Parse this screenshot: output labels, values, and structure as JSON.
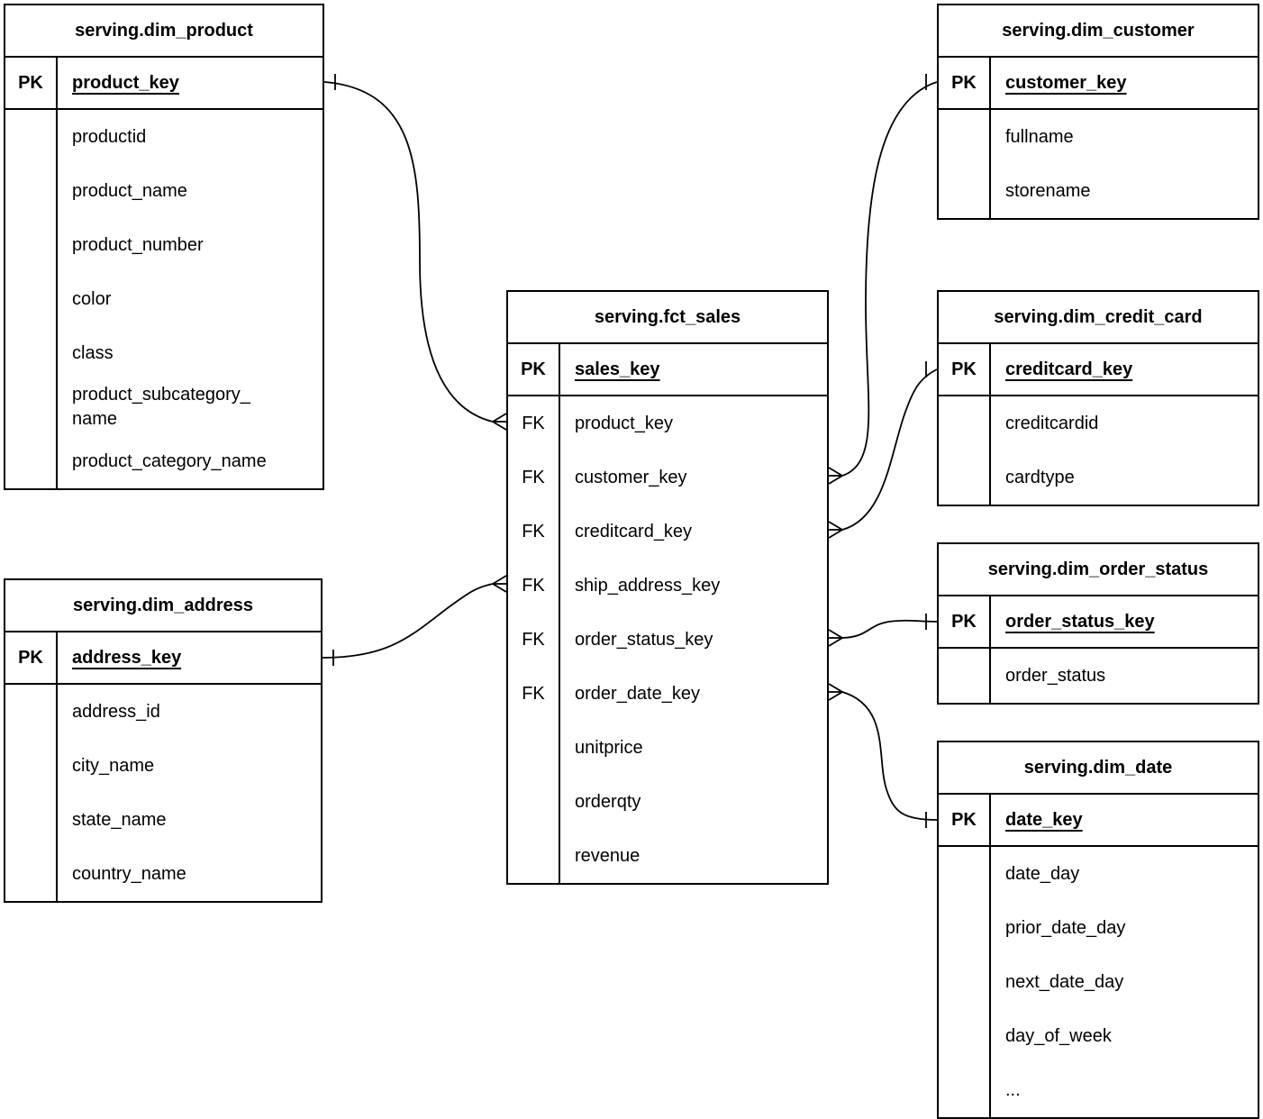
{
  "diagram": {
    "background": "#ffffff",
    "line_color": "#000000",
    "text_color": "#000000",
    "notation": "crow's foot",
    "tables": [
      {
        "id": "dim_product",
        "title": "serving.dim_product",
        "pk_badge": "PK",
        "pk_field": "product_key",
        "fields": [
          {
            "badge": "",
            "name": "productid"
          },
          {
            "badge": "",
            "name": "product_name"
          },
          {
            "badge": "",
            "name": "product_number"
          },
          {
            "badge": "",
            "name": "color"
          },
          {
            "badge": "",
            "name": "class"
          },
          {
            "badge": "",
            "name": "product_subcategory_\nname"
          },
          {
            "badge": "",
            "name": "product_category_name"
          }
        ]
      },
      {
        "id": "dim_customer",
        "title": "serving.dim_customer",
        "pk_badge": "PK",
        "pk_field": "customer_key",
        "fields": [
          {
            "badge": "",
            "name": "fullname"
          },
          {
            "badge": "",
            "name": "storename"
          }
        ]
      },
      {
        "id": "fct_sales",
        "title": "serving.fct_sales",
        "pk_badge": "PK",
        "pk_field": "sales_key",
        "fields": [
          {
            "badge": "FK",
            "name": "product_key"
          },
          {
            "badge": "FK",
            "name": "customer_key"
          },
          {
            "badge": "FK",
            "name": "creditcard_key"
          },
          {
            "badge": "FK",
            "name": "ship_address_key"
          },
          {
            "badge": "FK",
            "name": "order_status_key"
          },
          {
            "badge": "FK",
            "name": "order_date_key"
          },
          {
            "badge": "",
            "name": "unitprice"
          },
          {
            "badge": "",
            "name": "orderqty"
          },
          {
            "badge": "",
            "name": "revenue"
          }
        ]
      },
      {
        "id": "dim_credit_card",
        "title": "serving.dim_credit_card",
        "pk_badge": "PK",
        "pk_field": "creditcard_key",
        "fields": [
          {
            "badge": "",
            "name": "creditcardid"
          },
          {
            "badge": "",
            "name": "cardtype"
          }
        ]
      },
      {
        "id": "dim_order_status",
        "title": "serving.dim_order_status",
        "pk_badge": "PK",
        "pk_field": "order_status_key",
        "fields": [
          {
            "badge": "",
            "name": "order_status"
          }
        ]
      },
      {
        "id": "dim_date",
        "title": "serving.dim_date",
        "pk_badge": "PK",
        "pk_field": "date_key",
        "fields": [
          {
            "badge": "",
            "name": "date_day"
          },
          {
            "badge": "",
            "name": "prior_date_day"
          },
          {
            "badge": "",
            "name": "next_date_day"
          },
          {
            "badge": "",
            "name": "day_of_week"
          },
          {
            "badge": "",
            "name": "..."
          }
        ]
      },
      {
        "id": "dim_address",
        "title": "serving.dim_address",
        "pk_badge": "PK",
        "pk_field": "address_key",
        "fields": [
          {
            "badge": "",
            "name": "address_id"
          },
          {
            "badge": "",
            "name": "city_name"
          },
          {
            "badge": "",
            "name": "state_name"
          },
          {
            "badge": "",
            "name": "country_name"
          }
        ]
      }
    ],
    "relationships": [
      {
        "id": "product",
        "one_table": "serving.dim_product",
        "one_field": "product_key",
        "many_table": "serving.fct_sales",
        "many_field": "product_key",
        "cardinality": "one-to-many"
      },
      {
        "id": "customer",
        "one_table": "serving.dim_customer",
        "one_field": "customer_key",
        "many_table": "serving.fct_sales",
        "many_field": "customer_key",
        "cardinality": "one-to-many"
      },
      {
        "id": "creditcard",
        "one_table": "serving.dim_credit_card",
        "one_field": "creditcard_key",
        "many_table": "serving.fct_sales",
        "many_field": "creditcard_key",
        "cardinality": "one-to-many"
      },
      {
        "id": "address",
        "one_table": "serving.dim_address",
        "one_field": "address_key",
        "many_table": "serving.fct_sales",
        "many_field": "ship_address_key",
        "cardinality": "one-to-many"
      },
      {
        "id": "order_status",
        "one_table": "serving.dim_order_status",
        "one_field": "order_status_key",
        "many_table": "serving.fct_sales",
        "many_field": "order_status_key",
        "cardinality": "one-to-many"
      },
      {
        "id": "order_date",
        "one_table": "serving.dim_date",
        "one_field": "date_key",
        "many_table": "serving.fct_sales",
        "many_field": "order_date_key",
        "cardinality": "one-to-many"
      }
    ]
  }
}
